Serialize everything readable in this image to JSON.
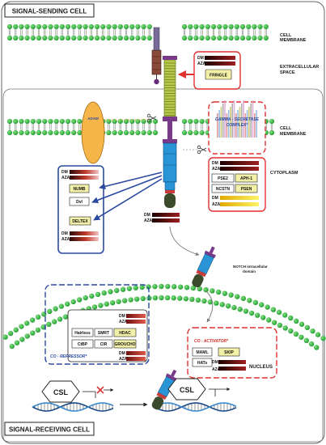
{
  "titles": {
    "sending": "SIGNAL-SENDING CELL",
    "receiving": "SIGNAL-RECEIVING CELL"
  },
  "labels": {
    "cell_membrane_top_1": "CELL",
    "cell_membrane_top_2": "MEMBRANE",
    "extracellular_1": "EXTRACELLULAR",
    "extracellular_2": "SPACE",
    "cell_membrane_mid_1": "CELL",
    "cell_membrane_mid_2": "MEMBRANE",
    "cytoplasm": "CYTOPLASM",
    "nicd_1": "NOTCH intracellular",
    "nicd_2": "domain",
    "nucleus": "NUCLEUS"
  },
  "proteins": {
    "fringle": "FRINGLE",
    "adam": "ADAM",
    "gamma_1": "GAMMA - SECRETASE",
    "gamma_2": "COMPLEX*",
    "numb": "NUMB",
    "dvl": "Dvl",
    "deltex": "DELTEX",
    "pse2": "PSE2",
    "aph1": "APH-1",
    "ncstn": "NCSTN",
    "psen": "PSEN",
    "hairless": "Hairless",
    "smrt": "SMRT",
    "hdac": "HDAC",
    "ctbp": "CtBP",
    "cir": "CIR",
    "groucho": "GROUCHO",
    "maml": "MAML",
    "hats": "HATs",
    "skip": "SKIP",
    "csl_left": "CSL",
    "csl_right": "CSL"
  },
  "complexes": {
    "co_repressor": "CO - REPRESSOR*",
    "co_activator": "CO - ACTIVATOR*"
  },
  "methyl": {
    "dm": "DM",
    "aza": "AZA"
  },
  "colors": {
    "membrane_bead": "#2fb33e",
    "red_box": "#e03030",
    "blue_box": "#2a4aa0",
    "highlight": "#f3f1a8",
    "adam": "#f6b548",
    "receptor_blue": "#2a95d6",
    "ligand_green": "#b8c94a",
    "dark_green": "#3b4a2a"
  }
}
